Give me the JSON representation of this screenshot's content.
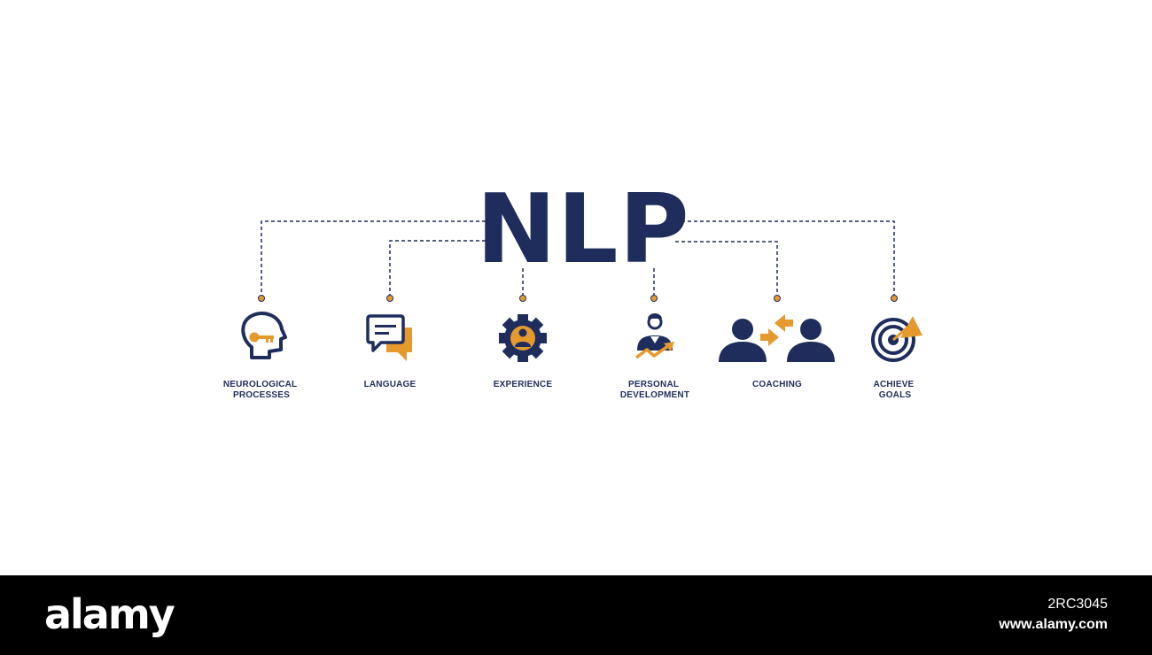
{
  "title": "NLP",
  "colors": {
    "navy": "#1e2d5c",
    "orange": "#e69a2e",
    "background": "#ffffff",
    "footer": "#000000"
  },
  "items": [
    {
      "label_lines": [
        "NEUROLOGICAL",
        "PROCESSES"
      ],
      "icon": "head-key-icon"
    },
    {
      "label_lines": [
        "LANGUAGE"
      ],
      "icon": "speech-bubbles-icon"
    },
    {
      "label_lines": [
        "EXPERIENCE"
      ],
      "icon": "gear-person-icon"
    },
    {
      "label_lines": [
        "PERSONAL",
        "DEVELOPMENT"
      ],
      "icon": "person-growth-icon"
    },
    {
      "label_lines": [
        "COACHING"
      ],
      "icon": "two-people-arrows-icon"
    },
    {
      "label_lines": [
        "ACHIEVE",
        "GOALS"
      ],
      "icon": "target-arrow-icon"
    }
  ],
  "footer": {
    "logo": "alamy",
    "image_id": "2RC3045",
    "url": "www.alamy.com"
  }
}
